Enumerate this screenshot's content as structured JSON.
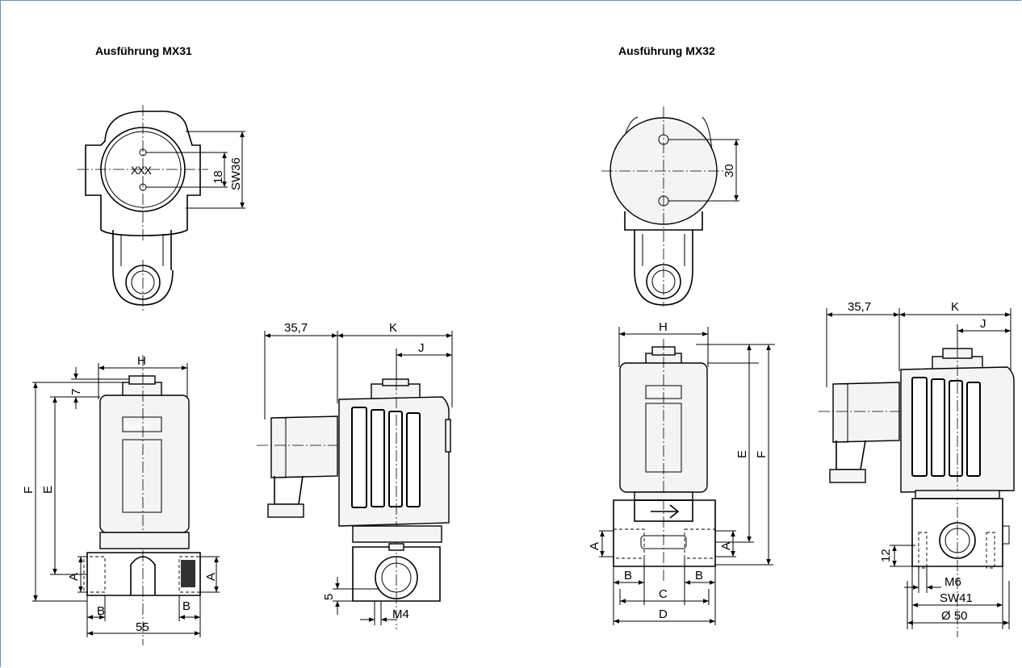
{
  "titles": {
    "left": "Ausführung MX31",
    "right": "Ausführung MX32"
  },
  "labels": {
    "mx31_top_marks": "XXX",
    "mx31_dim_18": "18",
    "mx31_dim_sw36": "SW36",
    "mx31_front_h": "H",
    "mx31_front_7": "7",
    "mx31_front_f": "F",
    "mx31_front_e": "E",
    "mx31_front_a_left": "A",
    "mx31_front_a_right": "A",
    "mx31_front_b_left": "B",
    "mx31_front_b_right": "B",
    "mx31_front_55": "55",
    "mx31_brand": "bürkert",
    "mx31_side_357": "35,7",
    "mx31_side_k": "K",
    "mx31_side_j": "J",
    "mx31_side_5": "5",
    "mx31_side_m4": "M4",
    "mx32_top_30": "30",
    "mx32_front_h": "H",
    "mx32_front_e": "E",
    "mx32_front_f": "F",
    "mx32_front_a_left": "A",
    "mx32_front_a_right": "A",
    "mx32_front_b_left": "B",
    "mx32_front_b_right": "B",
    "mx32_front_c": "C",
    "mx32_front_d": "D",
    "mx32_brand": "bürkert",
    "mx32_side_357": "35,7",
    "mx32_side_k": "K",
    "mx32_side_j": "J",
    "mx32_side_12": "12",
    "mx32_side_m6": "M6",
    "mx32_side_sw41": "SW41",
    "mx32_side_d50": "Ø 50"
  }
}
